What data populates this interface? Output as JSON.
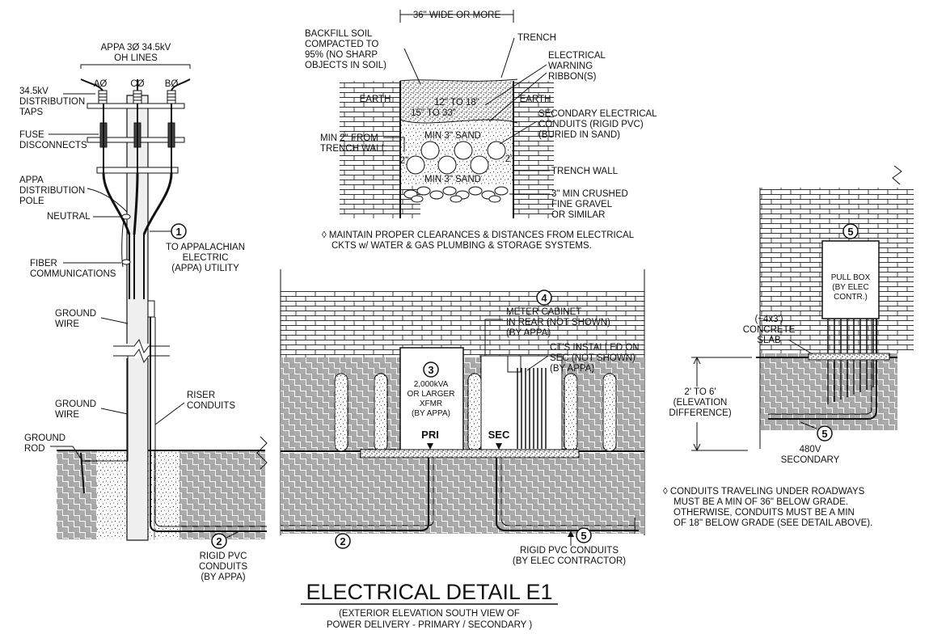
{
  "title": "ELECTRICAL DETAIL E1",
  "subtitle_line1": "(EXTERIOR ELEVATION SOUTH VIEW OF",
  "subtitle_line2": "POWER DELIVERY - PRIMARY / SECONDARY )",
  "pole": {
    "oh_lines_1": "APPA 3Ø 34.5kV",
    "oh_lines_2": "OH LINES",
    "phase_a": "AØ",
    "phase_c": "CØ",
    "phase_b": "BØ",
    "dist_taps_1": "34.5kV",
    "dist_taps_2": "DISTRIBUTION",
    "dist_taps_3": "TAPS",
    "fuse_1": "FUSE",
    "fuse_2": "DISCONNECTS",
    "pole_1": "APPA",
    "pole_2": "DISTRIBUTION",
    "pole_3": "POLE",
    "neutral": "NEUTRAL",
    "utility_1": "TO APPALACHIAN",
    "utility_2": "ELECTRIC",
    "utility_3": "(APPA) UTILITY",
    "fiber_1": "FIBER",
    "fiber_2": "COMMUNICATIONS",
    "gw_upper_1": "GROUND",
    "gw_upper_2": "WIRE",
    "gw_lower_1": "GROUND",
    "gw_lower_2": "WIRE",
    "riser_1": "RISER",
    "riser_2": "CONDUITS",
    "rod_1": "GROUND",
    "rod_2": "ROD",
    "pvc_1": "RIGID PVC",
    "pvc_2": "CONDUITS",
    "pvc_3": "(BY APPA)"
  },
  "trench": {
    "width": "36\" WIDE OR MORE",
    "trench": "TRENCH",
    "backfill_1": "BACKFILL SOIL",
    "backfill_2": "COMPACTED TO",
    "backfill_3": "95% (NO SHARP",
    "backfill_4": "OBJECTS IN SOIL)",
    "ribbon_1": "ELECTRICAL",
    "ribbon_2": "WARNING",
    "ribbon_3": "RIBBON(S)",
    "earth_left": "EARTH",
    "earth_right": "EARTH",
    "depth_a": "12\" TO 18\"",
    "depth_b": "15\" TO 33\"",
    "sand_top": "MIN 3\" SAND",
    "sand_bottom": "MIN 3\" SAND",
    "two_left": "2\"",
    "two_right": "2\"",
    "wall_min_1": "MIN 2\" FROM",
    "wall_min_2": "TRENCH WALL",
    "sec_1": "SECONDARY ELECTRICAL",
    "sec_2": "CONDUITS (RIGID PVC)",
    "sec_3": "(BURIED IN SAND)",
    "trench_wall": "TRENCH WALL",
    "gravel_1": "3\" MIN CRUSHED",
    "gravel_2": "FINE GRAVEL",
    "gravel_3": "OR SIMILAR",
    "note_1": "◊  MAINTAIN PROPER CLEARANCES & DISTANCES FROM ELECTRICAL",
    "note_2": "CKTS w/ WATER & GAS PLUMBING & STORAGE SYSTEMS."
  },
  "transformer": {
    "meter_1": "METER CABINET",
    "meter_2": "IN REAR (NOT SHOWN)",
    "meter_3": "(BY APPA)",
    "ct_1": "CT'S INSTALLED ON",
    "ct_2": "SEC (NOT SHOWN)",
    "ct_3": "(BY APPA)",
    "xfmr_1": "2,000kVA",
    "xfmr_2": "OR LARGER",
    "xfmr_3": "XFMR",
    "xfmr_4": "(BY APPA)",
    "pri": "PRI",
    "sec": "SEC",
    "pvc_1": "RIGID PVC CONDUITS",
    "pvc_2": "(BY ELEC CONTRACTOR)"
  },
  "pullbox": {
    "box_1": "PULL BOX",
    "box_2": "(BY ELEC",
    "box_3": "CONTR.)",
    "slab_1": "(~4x3')",
    "slab_2": "CONCRETE",
    "slab_3": "SLAB",
    "elev_1": "2' TO 6'",
    "elev_2": "(ELEVATION",
    "elev_3": "DIFFERENCE)",
    "sec_1": "480V",
    "sec_2": "SECONDARY",
    "note_1": "◊  CONDUITS TRAVELING UNDER ROADWAYS",
    "note_2": "MUST BE A MIN OF 36\" BELOW GRADE.",
    "note_3": "OTHERWISE, CONDUITS MUST BE A MIN",
    "note_4": "OF 18\" BELOW GRADE (SEE DETAIL ABOVE)."
  },
  "tags": {
    "t1": "1",
    "t2a": "2",
    "t2b": "2",
    "t3": "3",
    "t4": "4",
    "t5a": "5",
    "t5b": "5",
    "t5c": "5"
  }
}
